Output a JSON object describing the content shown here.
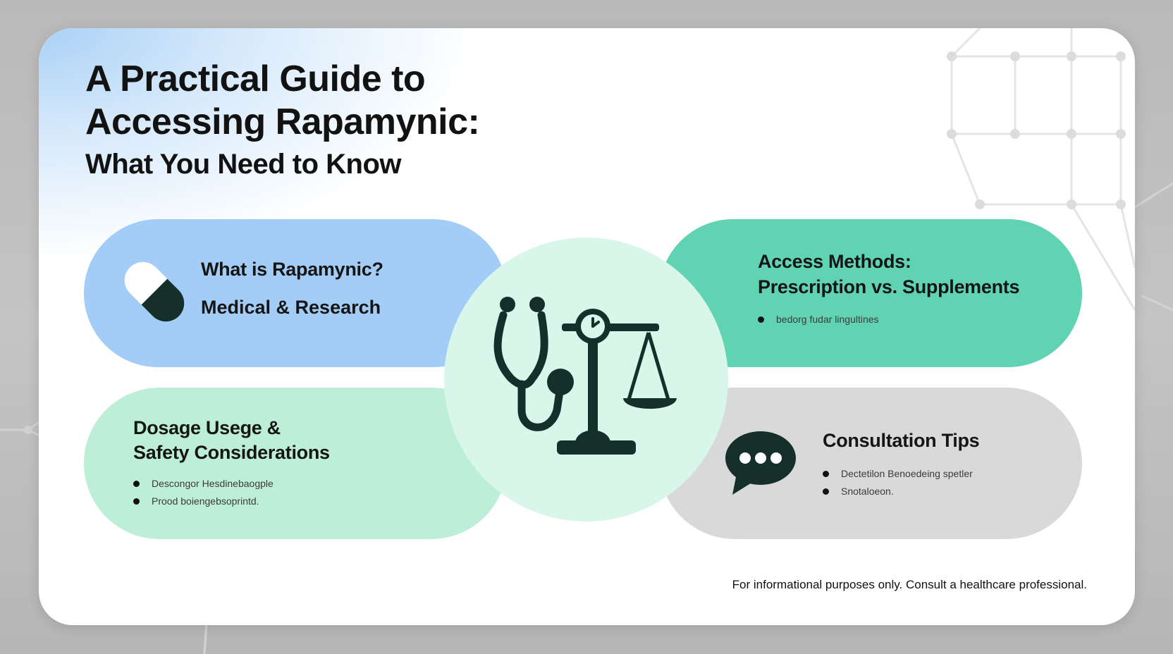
{
  "title": {
    "line1": "A Practical Guide to",
    "line2": "Accessing Rapamynic:",
    "line3": "What You Need to Know"
  },
  "sections": {
    "what_is": {
      "heading": "What is Rapamynic?",
      "subheading": "Medical & Research",
      "icon": "pill-icon"
    },
    "access": {
      "heading_line1": "Access Methods:",
      "heading_line2": "Prescription vs. Supplements",
      "bullets": [
        "bedorg fudar lingultines"
      ]
    },
    "dosage": {
      "heading_line1": "Dosage Usege &",
      "heading_line2": "Safety Considerations",
      "bullets": [
        "Descongor Hesdinebaogple",
        "Prood boiengebsoprintd."
      ]
    },
    "consult": {
      "heading": "Consultation Tips",
      "icon": "chat-bubble-icon",
      "bullets": [
        "Dectetilon Benoedeing spetler",
        "Snotaloeon."
      ]
    }
  },
  "center_icons": [
    "stethoscope-icon",
    "balance-scale-icon",
    "clock-icon"
  ],
  "footer": "For informational purposes only. Consult a healthcare professional.",
  "colors": {
    "blue_pill": "#a3cdf6",
    "teal_pill": "#5fd3b2",
    "mint_pill": "#bdeed8",
    "grey_pill": "#d9d9d9",
    "center_circle": "#d9f6ea",
    "icon_dark": "#15302b"
  }
}
